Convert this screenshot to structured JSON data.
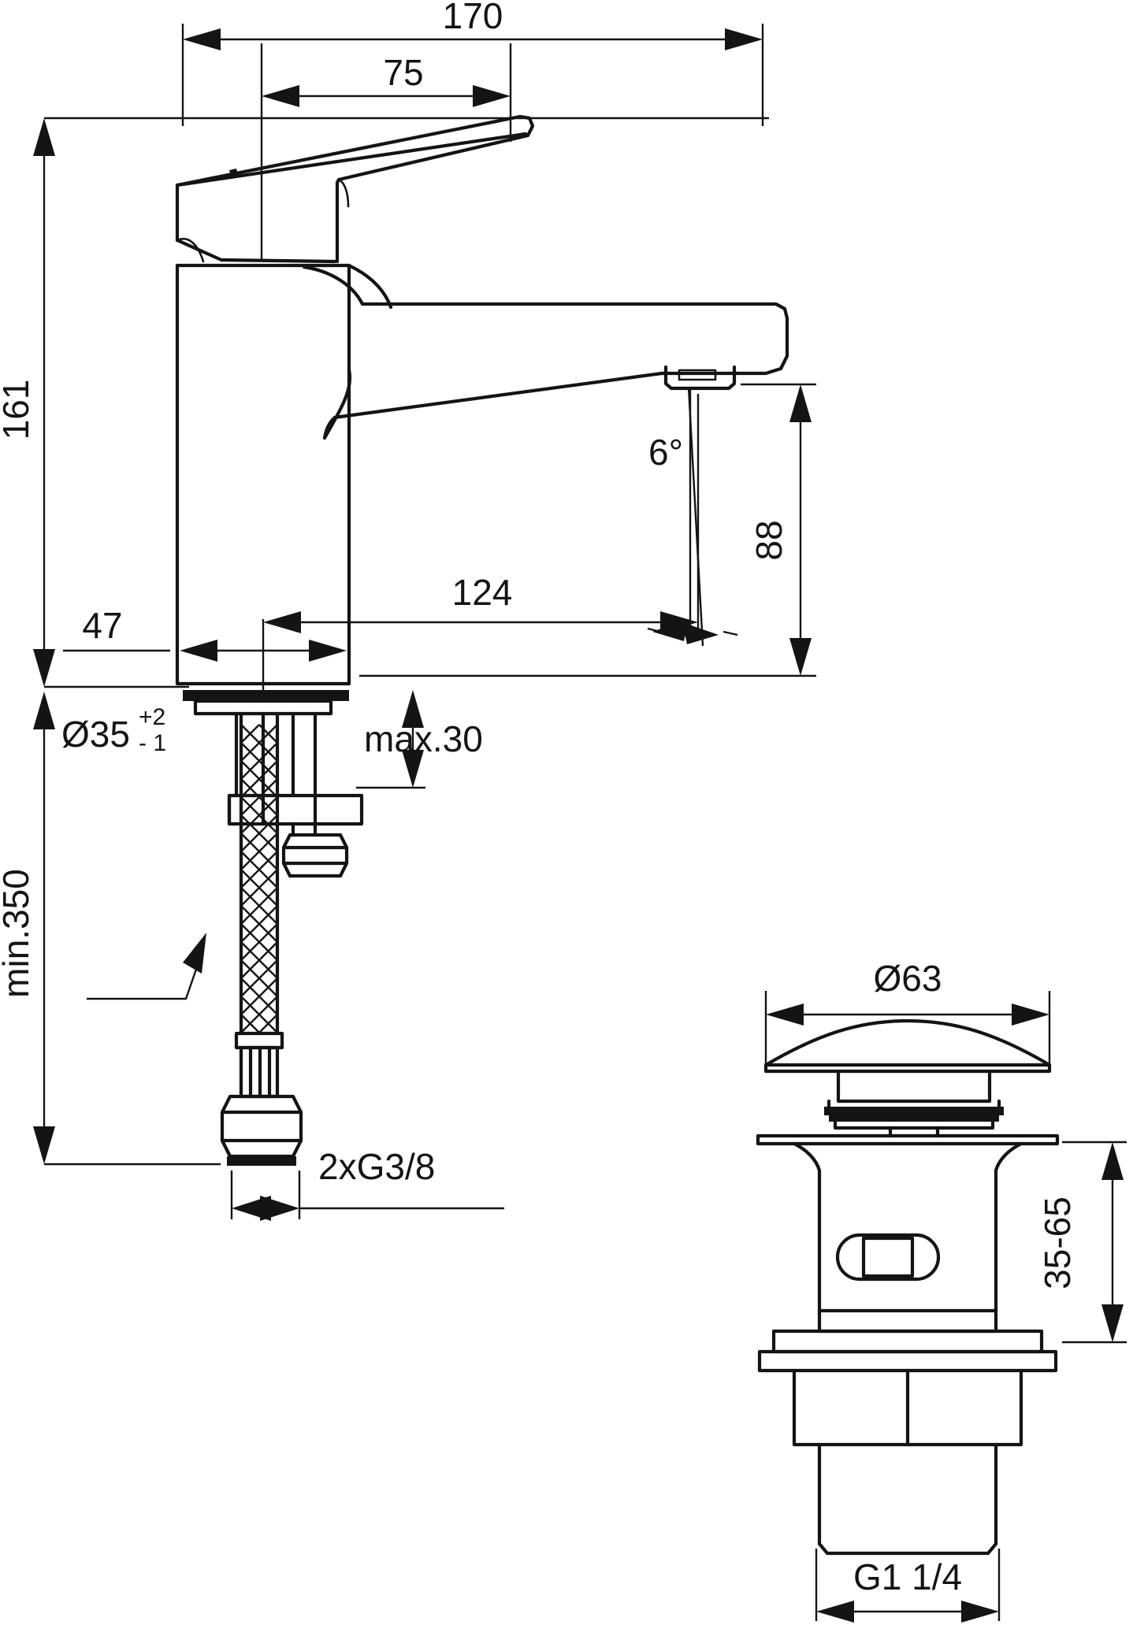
{
  "drawing": {
    "title": "Single-lever basin mixer with pop-up waste — dimensioned technical drawing",
    "units": "mm",
    "line_color": "#141414",
    "background_color": "#ffffff"
  },
  "faucet_dimensions": {
    "overall_width": "170",
    "lever_offset": "75",
    "overall_height": "161",
    "spout_height": "88",
    "spout_reach": "124",
    "body_width": "47",
    "spout_angle": "6°",
    "hole_diameter_base": "Ø35",
    "hole_tolerance_upper": "+2",
    "hole_tolerance_lower": "- 1",
    "deck_thickness": "max.30",
    "hose_length": "min.350",
    "hose_thread": "2xG3/8"
  },
  "waste_dimensions": {
    "cap_diameter": "Ø63",
    "basin_thickness_range": "35-65",
    "outlet_thread": "G1  1/4"
  },
  "labels": [
    {
      "id": "width-170",
      "text": "170",
      "orientation": "horizontal"
    },
    {
      "id": "lever-75",
      "text": "75",
      "orientation": "horizontal"
    },
    {
      "id": "height-161",
      "text": "161",
      "orientation": "vertical"
    },
    {
      "id": "spout-88",
      "text": "88",
      "orientation": "vertical"
    },
    {
      "id": "reach-124",
      "text": "124",
      "orientation": "horizontal"
    },
    {
      "id": "body-47",
      "text": "47",
      "orientation": "horizontal"
    },
    {
      "id": "angle-6deg",
      "text": "6°",
      "orientation": "horizontal"
    },
    {
      "id": "hole-dia-35",
      "text": "Ø35",
      "orientation": "horizontal"
    },
    {
      "id": "tol-plus-2",
      "text": "+2",
      "orientation": "horizontal"
    },
    {
      "id": "tol-minus-1",
      "text": "- 1",
      "orientation": "horizontal"
    },
    {
      "id": "deck-max-30",
      "text": "max.30",
      "orientation": "horizontal"
    },
    {
      "id": "hose-min-350",
      "text": "min.350",
      "orientation": "vertical"
    },
    {
      "id": "thread-2xg38",
      "text": "2xG3/8",
      "orientation": "horizontal"
    },
    {
      "id": "waste-dia-63",
      "text": "Ø63",
      "orientation": "horizontal"
    },
    {
      "id": "waste-35-65",
      "text": "35-65",
      "orientation": "vertical"
    },
    {
      "id": "waste-g1-1-4",
      "text": "G1  1/4",
      "orientation": "horizontal"
    }
  ]
}
